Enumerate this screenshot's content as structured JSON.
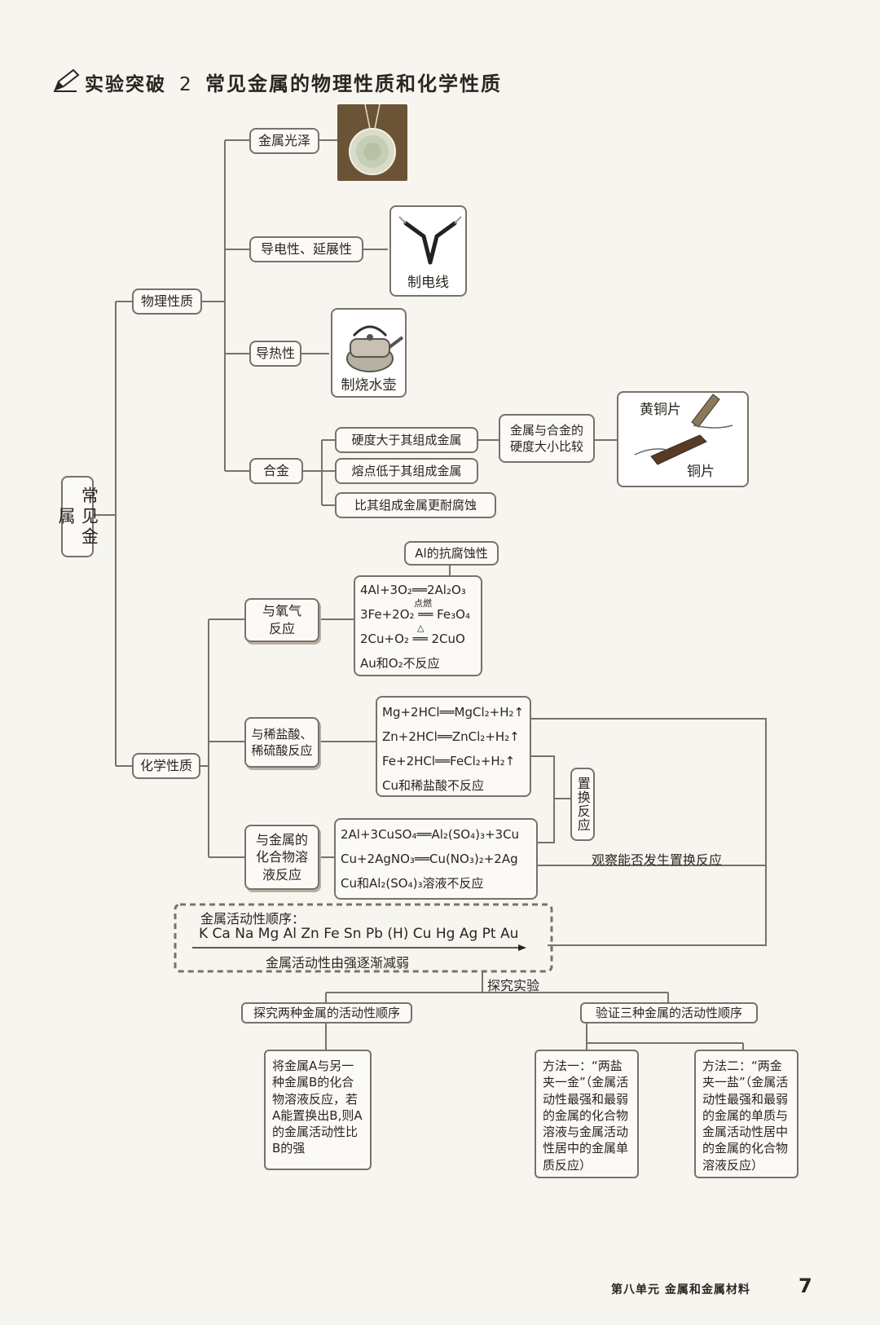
{
  "header": {
    "prefix": "实验突破",
    "number": "2",
    "title": "常见金属的物理性质和化学性质"
  },
  "root": "常见金属",
  "physical": {
    "label": "物理性质",
    "luster": "金属光泽",
    "conductivity": "导电性、延展性",
    "wire_caption": "制电线",
    "thermal": "导热性",
    "kettle_caption": "制烧水壶",
    "alloy": "合金",
    "alloy_props": [
      "硬度大于其组成金属",
      "熔点低于其组成金属",
      "比其组成金属更耐腐蚀"
    ],
    "hardness_compare": "金属与合金的硬度大小比较",
    "brass_label": "黄铜片",
    "copper_label": "铜片"
  },
  "chemical": {
    "label": "化学性质",
    "oxygen": "与氧气反应",
    "al_note": "Al的抗腐蚀性",
    "oxygen_eqs": [
      "4Al+3O₂══2Al₂O₃",
      "3Fe+2O₂ ══ Fe₃O₄",
      "2Cu+O₂ ══ 2CuO",
      "Au和O₂不反应"
    ],
    "cond_ignite": "点燃",
    "cond_heat": "△",
    "acid": "与稀盐酸、稀硫酸反应",
    "acid_eqs": [
      "Mg+2HCl══MgCl₂+H₂↑",
      "Zn+2HCl══ZnCl₂+H₂↑",
      "Fe+2HCl══FeCl₂+H₂↑",
      "Cu和稀盐酸不反应"
    ],
    "replacement": "置换反应",
    "salt": "与金属的化合物溶液反应",
    "salt_eqs": [
      "2Al+3CuSO₄══Al₂(SO₄)₃+3Cu",
      "Cu+2AgNO₃══Cu(NO₃)₂+2Ag",
      "Cu和Al₂(SO₄)₃溶液不反应"
    ],
    "observe": "观察能否发生置换反应"
  },
  "activity": {
    "title": "金属活动性顺序：",
    "series": "K Ca Na Mg Al Zn Fe Sn Pb (H) Cu Hg Ag Pt Au",
    "trend": "金属活动性由强逐渐减弱",
    "explore": "探究实验",
    "two_title": "探究两种金属的活动性顺序",
    "two_text": "将金属A与另一种金属B的化合物溶液反应，若A能置换出B,则A的金属活动性比B的强",
    "three_title": "验证三种金属的活动性顺序",
    "method1": "方法一：“两盐夹一金”（金属活动性最强和最弱的金属的化合物溶液与金属活动性居中的金属单质反应）",
    "method2": "方法二：“两金夹一盐”（金属活动性最强和最弱的金属的单质与金属活动性居中的金属的化合物溶液反应）"
  },
  "footer": {
    "unit": "第八单元 金属和金属材料",
    "page": "7"
  }
}
